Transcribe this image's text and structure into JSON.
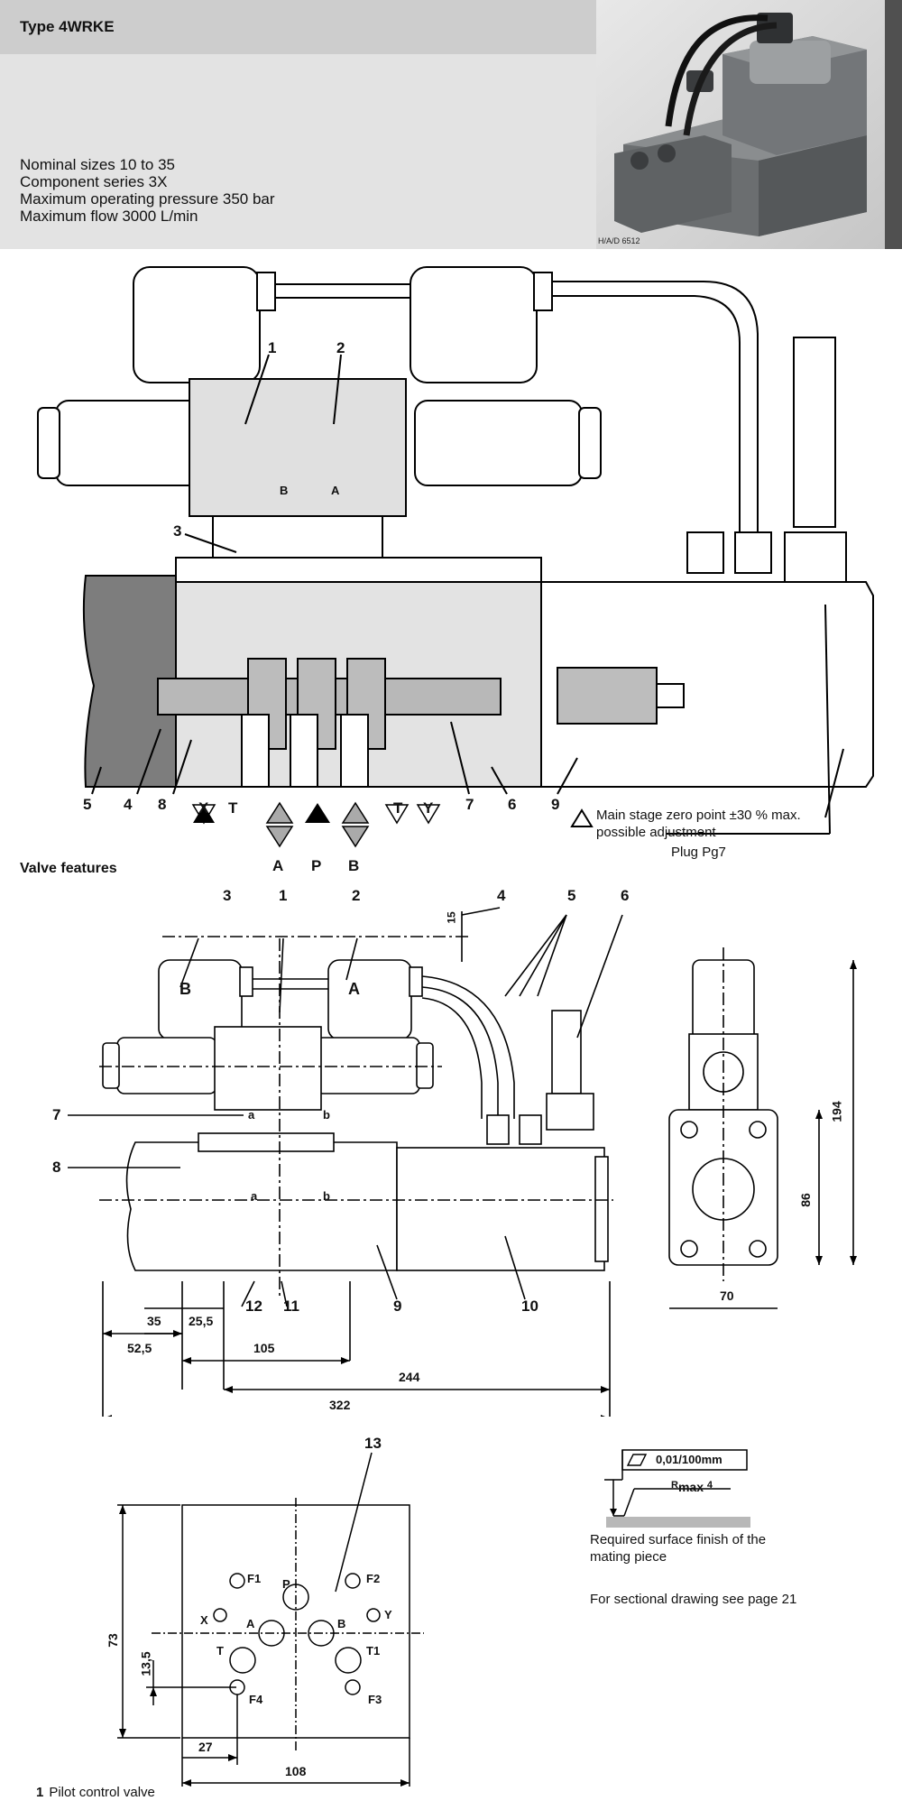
{
  "header": {
    "title": "Type 4WRKE",
    "specs": [
      "Nominal sizes 10 to 35",
      "Component series 3X",
      "Maximum operating pressure 350 bar",
      "Maximum flow 3000 L/min"
    ],
    "photo_ref": "H/A/D 6512"
  },
  "section1": {
    "caption": "Valve features",
    "callouts": [
      "1",
      "2",
      "3",
      "4",
      "5",
      "6",
      "7",
      "8",
      "9"
    ],
    "ports": [
      "X",
      "T",
      "A",
      "P",
      "B",
      "T",
      "Y"
    ],
    "note_line1": "Main stage zero point ±30 % max.",
    "note_line2": "possible adjustment",
    "plug_label": "Plug Pg7",
    "pilot_ports": [
      "B",
      "A"
    ]
  },
  "section2": {
    "callouts": [
      "3",
      "1",
      "2",
      "4",
      "5",
      "6",
      "7",
      "8",
      "9",
      "10",
      "11",
      "12"
    ],
    "solenoid_labels": [
      "B",
      "A"
    ],
    "small_letters": [
      "a",
      "b",
      "a",
      "b"
    ],
    "dims": {
      "d15": "15",
      "d35": "35",
      "d25_5": "25,5",
      "d52_5": "52,5",
      "d105": "105",
      "d244": "244",
      "d322": "322",
      "d194": "194",
      "d86": "86",
      "d70": "70"
    }
  },
  "section3": {
    "callout": "13",
    "flatness": "0,01/100mm",
    "roughness": "R",
    "roughness_sub": "max",
    "roughness_val": "4",
    "surface_note_1": "Required surface finish of the",
    "surface_note_2": "mating piece",
    "sectional_note": "For sectional drawing see page 21",
    "ports": [
      "F1",
      "P",
      "F2",
      "X",
      "Y",
      "A",
      "B",
      "T",
      "T1",
      "F4",
      "F3"
    ],
    "dims": {
      "d73": "73",
      "d13_5": "13,5",
      "d27": "27",
      "d108": "108"
    }
  },
  "footer": {
    "num": "1",
    "text": "Pilot control valve"
  }
}
